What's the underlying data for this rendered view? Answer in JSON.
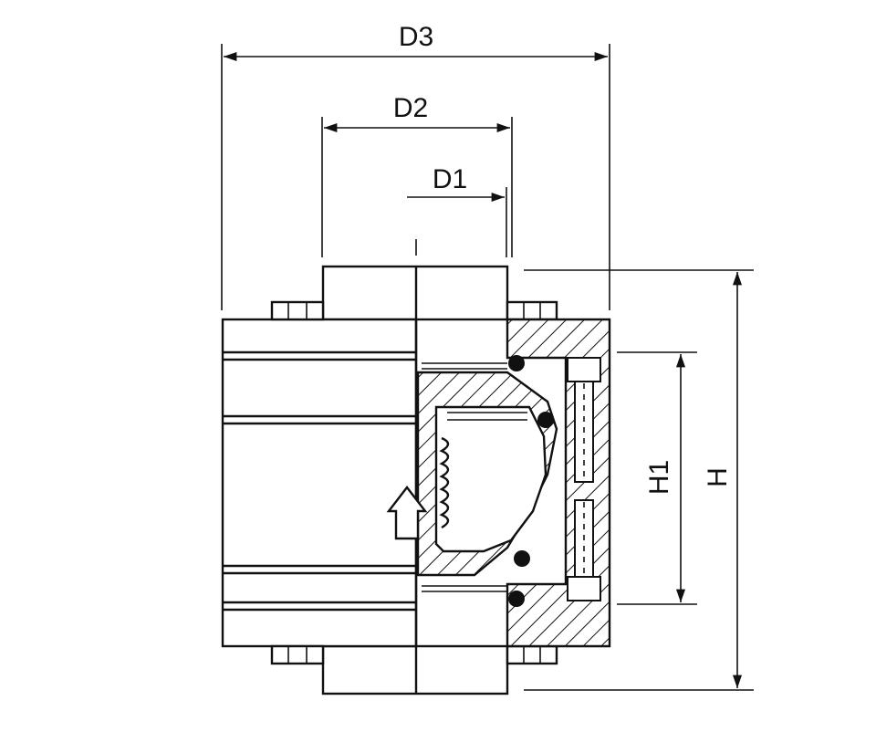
{
  "dimensions": {
    "d3": "D3",
    "d2": "D2",
    "d1": "D1",
    "h1": "H1",
    "h": "H"
  }
}
